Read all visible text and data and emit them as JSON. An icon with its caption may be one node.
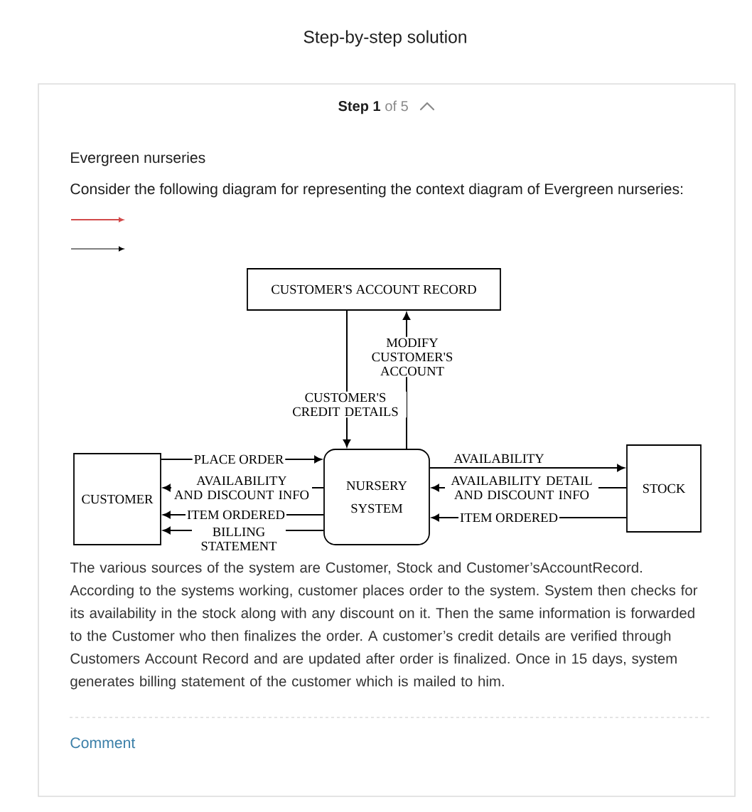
{
  "diagram": {
    "title": "Step-by-step solution",
    "nodes": [
      {
        "text": [
          "CUSTOMER'S ACCOUNT RECORD"
        ]
      },
      {
        "text": [
          "CUSTOMER"
        ]
      },
      {
        "text": [
          "NURSERY SYSTEM"
        ]
      },
      {
        "text": [
          "STOCK"
        ]
      }
    ],
    "edges": [
      {
        "from": 0,
        "to": 2,
        "arrow": "to",
        "label": "CUSTOMER'S CREDIT DETAILS"
      },
      {
        "from": 2,
        "to": 0,
        "arrow": "to",
        "label": "MODIFY CUSTOMER'S ACCOUNT"
      },
      {
        "from": 1,
        "to": 2,
        "arrow": "to",
        "label": "PLACE ORDER"
      },
      {
        "from": 2,
        "to": 1,
        "arrow": "to",
        "label": "AVAILABILITY AND DISCOUNT INFO"
      },
      {
        "from": 2,
        "to": 1,
        "arrow": "to",
        "label": "ITEM ORDERED"
      },
      {
        "from": 2,
        "to": 1,
        "arrow": "to",
        "label": "BILLING STATEMENT"
      },
      {
        "from": 2,
        "to": 3,
        "arrow": "to",
        "label": "AVAILABILITY"
      },
      {
        "from": 3,
        "to": 2,
        "arrow": "to",
        "label": "AVAILABILITY DETAIL AND DISCOUNT INFO"
      },
      {
        "from": 3,
        "to": 2,
        "arrow": "to",
        "label": "ITEM ORDERED"
      }
    ],
    "labels": [
      "Step 1",
      "of 5",
      "Evergreen nurseries",
      "Consider the following diagram for representing the context diagram of Evergreen nurseries:",
      "The various sources of the system are Customer, Stock and Customer’sAccountRecord. According to the systems working, customer places order to the system. System then checks for its availability in the stock along with any discount on it. Then the same information is forwarded to the Customer who then finalizes the order. A customer’s credit details are verified through Customers Account Record and are updated after order is finalized. Once in 15 days, system generates billing statement of the customer which is mailed to him.",
      "Comment"
    ]
  }
}
